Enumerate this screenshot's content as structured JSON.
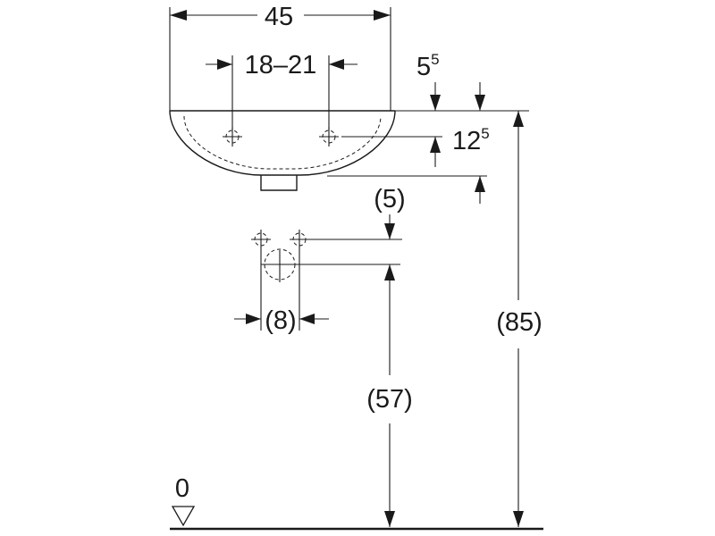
{
  "dimensions": {
    "basin_width": "45",
    "tap_hole_spacing": "18–21",
    "top_offset_main": "5",
    "top_offset_sup": "5",
    "tap_hole_depth_main": "12",
    "tap_hole_depth_sup": "5",
    "supply_offset": "(5)",
    "supply_spacing": "(8)",
    "drain_height": "(57)",
    "rim_height": "(85)",
    "floor_level": "0"
  },
  "colors": {
    "line": "#1a1a1a",
    "background": "#ffffff"
  },
  "icons": {
    "floor_marker": "triangle-down-icon",
    "tap_hole": "crosshair-circle-icon",
    "drain": "crosshair-circle-icon"
  }
}
